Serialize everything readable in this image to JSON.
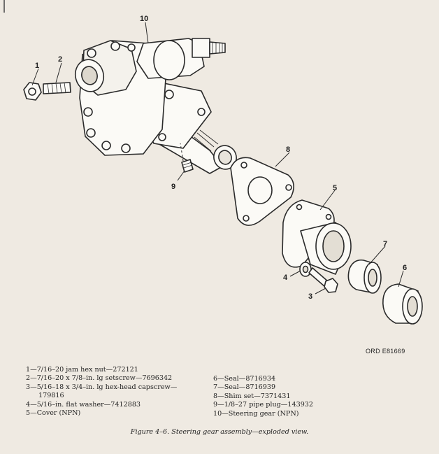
{
  "callouts": [
    "1",
    "2",
    "3",
    "4",
    "5",
    "6",
    "7",
    "8",
    "9",
    "10"
  ],
  "ord_code": "ORD E81669",
  "legend": {
    "left": [
      "1—7/16–20 jam hex nut—272121",
      "2—7/16–20 x 7/8–in. lg setscrew—7696342",
      "3—5/16–18 x 3/4–in. lg hex-head capscrew—",
      "179816",
      "4—5/16–in. flat washer—7412883",
      "5—Cover (NPN)"
    ],
    "right": [
      "6—Seal—8716934",
      "7—Seal—8716939",
      "8—Shim set—7371431",
      "9—1/8–27 pipe plug—143932",
      "10—Steering gear (NPN)"
    ]
  },
  "caption": "Figure 4–6. Steering gear assembly—exploded view."
}
